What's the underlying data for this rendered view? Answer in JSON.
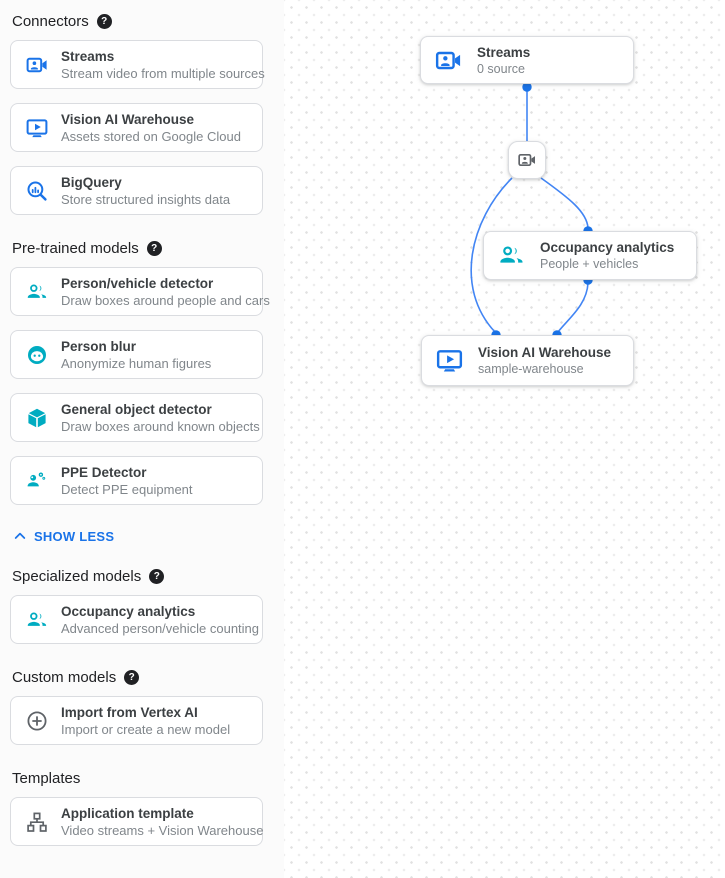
{
  "colors": {
    "accent_blue": "#1a73e8",
    "edge_blue": "#4285f4",
    "teal": "#00acc1",
    "icon_gray": "#5f6368"
  },
  "sidebar": {
    "sections": [
      {
        "title": "Connectors",
        "has_help": true,
        "items": [
          {
            "icon": "streams-icon",
            "title": "Streams",
            "subtitle": "Stream video from multiple sources"
          },
          {
            "icon": "vision-warehouse-icon",
            "title": "Vision AI Warehouse",
            "subtitle": "Assets stored on Google Cloud"
          },
          {
            "icon": "bigquery-icon",
            "title": "BigQuery",
            "subtitle": "Store structured insights data"
          }
        ]
      },
      {
        "title": "Pre-trained models",
        "has_help": true,
        "items": [
          {
            "icon": "person-vehicle-icon",
            "title": "Person/vehicle detector",
            "subtitle": "Draw boxes around people and cars"
          },
          {
            "icon": "person-blur-icon",
            "title": "Person blur",
            "subtitle": "Anonymize human figures"
          },
          {
            "icon": "object-detector-icon",
            "title": "General object detector",
            "subtitle": "Draw boxes around known objects"
          },
          {
            "icon": "ppe-detector-icon",
            "title": "PPE Detector",
            "subtitle": "Detect PPE equipment"
          }
        ]
      },
      {
        "title": "Specialized models",
        "has_help": true,
        "items": [
          {
            "icon": "occupancy-icon",
            "title": "Occupancy analytics",
            "subtitle": "Advanced person/vehicle counting"
          }
        ]
      },
      {
        "title": "Custom models",
        "has_help": true,
        "items": [
          {
            "icon": "import-vertex-icon",
            "title": "Import from Vertex AI",
            "subtitle": "Import or create a new model"
          }
        ]
      },
      {
        "title": "Templates",
        "has_help": false,
        "items": [
          {
            "icon": "application-template-icon",
            "title": "Application template",
            "subtitle": "Video streams + Vision Warehouse"
          }
        ]
      }
    ],
    "show_less_label": "SHOW LESS"
  },
  "canvas": {
    "nodes": {
      "streams": {
        "icon": "streams-icon",
        "title": "Streams",
        "subtitle": "0 source"
      },
      "camera": {
        "icon": "video-camera-icon"
      },
      "occupancy": {
        "icon": "occupancy-icon",
        "title": "Occupancy analytics",
        "subtitle": "People + vehicles"
      },
      "warehouse": {
        "icon": "vision-warehouse-icon",
        "title": "Vision AI Warehouse",
        "subtitle": "sample-warehouse"
      }
    }
  }
}
